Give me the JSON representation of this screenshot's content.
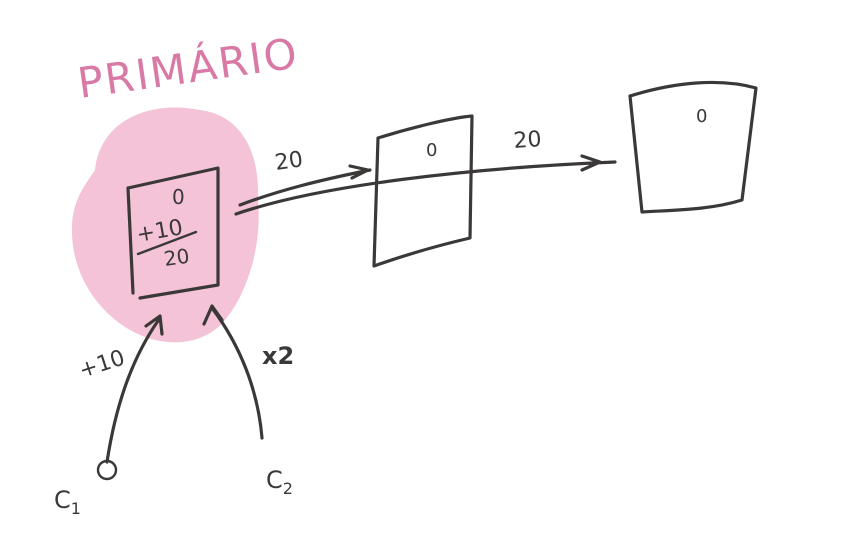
{
  "title": "PRIMÁRIO",
  "colors": {
    "highlight": "#f2b8d0",
    "title": "#d97aa6",
    "ink": "#3b3838"
  },
  "primary": {
    "top": "0",
    "add": "+10",
    "result": "20"
  },
  "replicas": [
    {
      "value": "0"
    },
    {
      "value": "0"
    }
  ],
  "arrows": {
    "to_replica_1": "20",
    "to_replica_2": "20"
  },
  "clients": {
    "c1": {
      "label_main": "C",
      "label_sub": "1",
      "operation": "+10"
    },
    "c2": {
      "label_main": "C",
      "label_sub": "2",
      "operation": "x2"
    }
  }
}
